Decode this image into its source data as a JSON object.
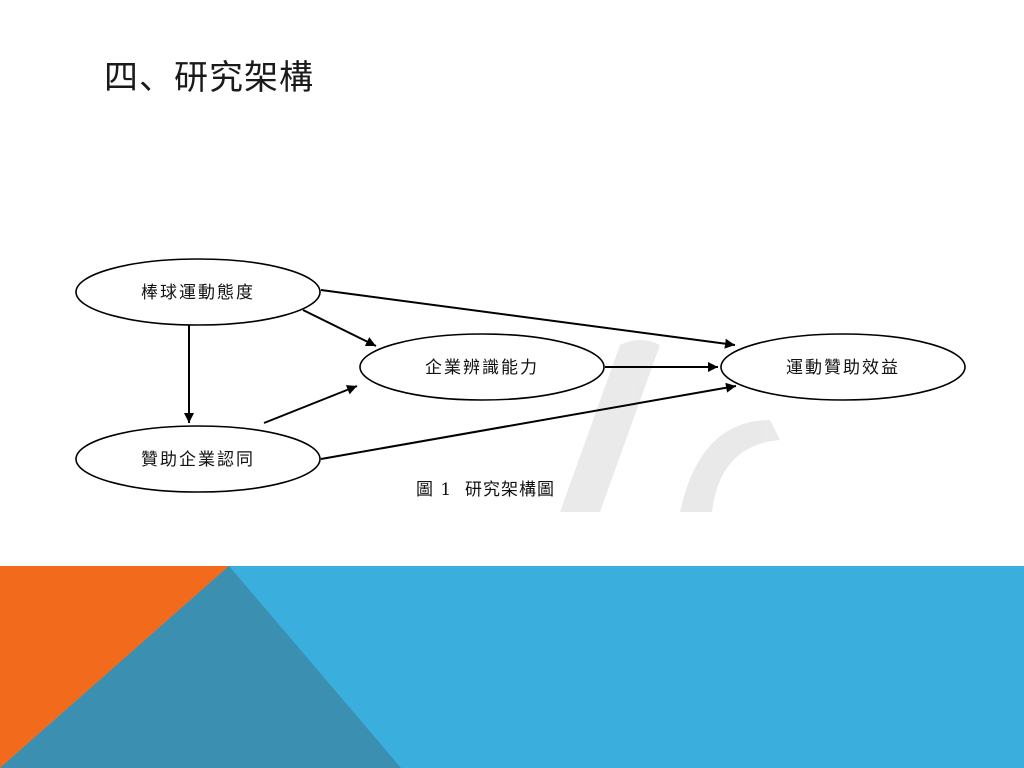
{
  "slide": {
    "title": "四、研究架構"
  },
  "diagram": {
    "nodes": {
      "baseball_attitude": "棒球運動態度",
      "sponsor_identification": "贊助企業認同",
      "corporate_recognition": "企業辨識能力",
      "sponsorship_benefit": "運動贊助效益"
    },
    "edges": [
      {
        "from": "baseball_attitude",
        "to": "sponsor_identification"
      },
      {
        "from": "baseball_attitude",
        "to": "corporate_recognition"
      },
      {
        "from": "baseball_attitude",
        "to": "sponsorship_benefit"
      },
      {
        "from": "sponsor_identification",
        "to": "corporate_recognition"
      },
      {
        "from": "sponsor_identification",
        "to": "sponsorship_benefit"
      },
      {
        "from": "corporate_recognition",
        "to": "sponsorship_benefit"
      }
    ],
    "caption": "圖 1  研究架構圖"
  },
  "colors": {
    "footer_blue": "#3aaedc",
    "footer_orange": "#f26b1d",
    "footer_steel": "#3b8fb1"
  }
}
